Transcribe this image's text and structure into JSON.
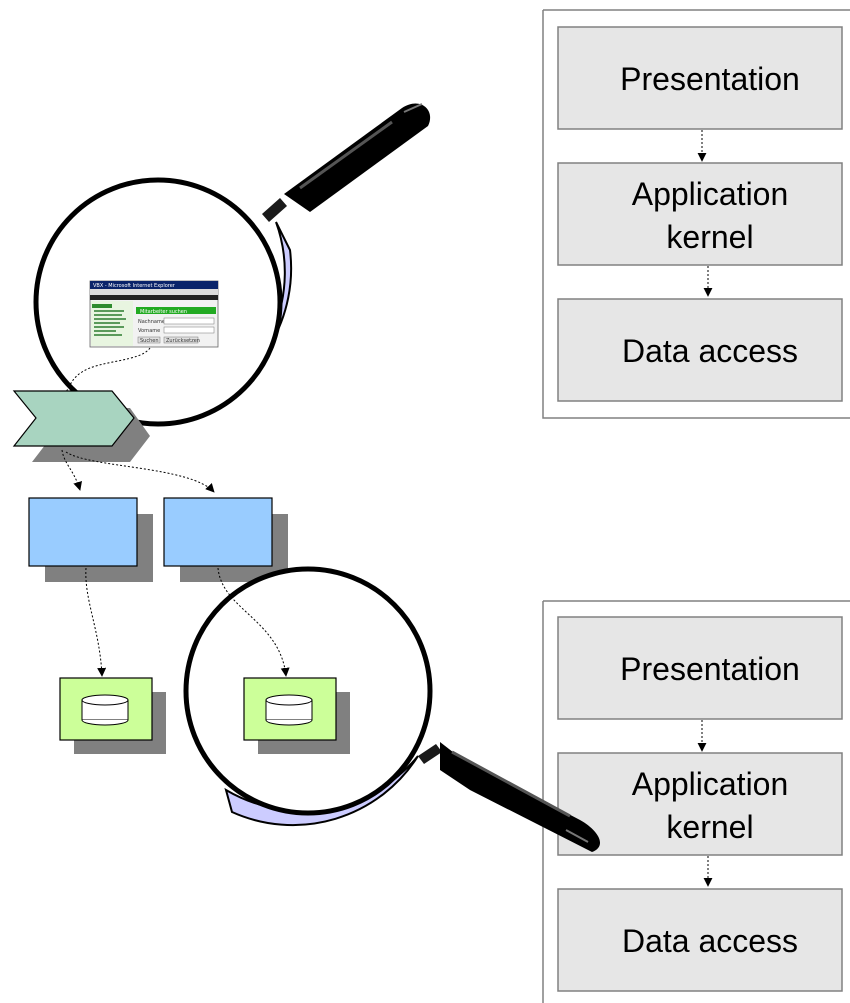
{
  "top_stack": {
    "layers": [
      {
        "lines": [
          "Presentation"
        ]
      },
      {
        "lines": [
          "Application",
          "kernel"
        ]
      },
      {
        "lines": [
          "Data access"
        ]
      }
    ]
  },
  "bottom_stack": {
    "layers": [
      {
        "lines": [
          "Presentation"
        ]
      },
      {
        "lines": [
          "Application",
          "kernel"
        ]
      },
      {
        "lines": [
          "Data access"
        ]
      }
    ]
  },
  "screenshot_thumbnail": {
    "window_title": "VBX - Microsoft Internet Explorer",
    "panel_title": "Mitarbeiter suchen",
    "field_labels": [
      "Nachname",
      "Vorname"
    ],
    "buttons": [
      "Suchen",
      "Zurücksetzen"
    ]
  },
  "colors": {
    "layer_fill": "#e6e6e6",
    "component_fill": "#99ccff",
    "datastore_fill": "#ccff99",
    "interface_fill": "#a8d4c0",
    "shadow": "#808080",
    "lens_tint": "#ccccff"
  }
}
